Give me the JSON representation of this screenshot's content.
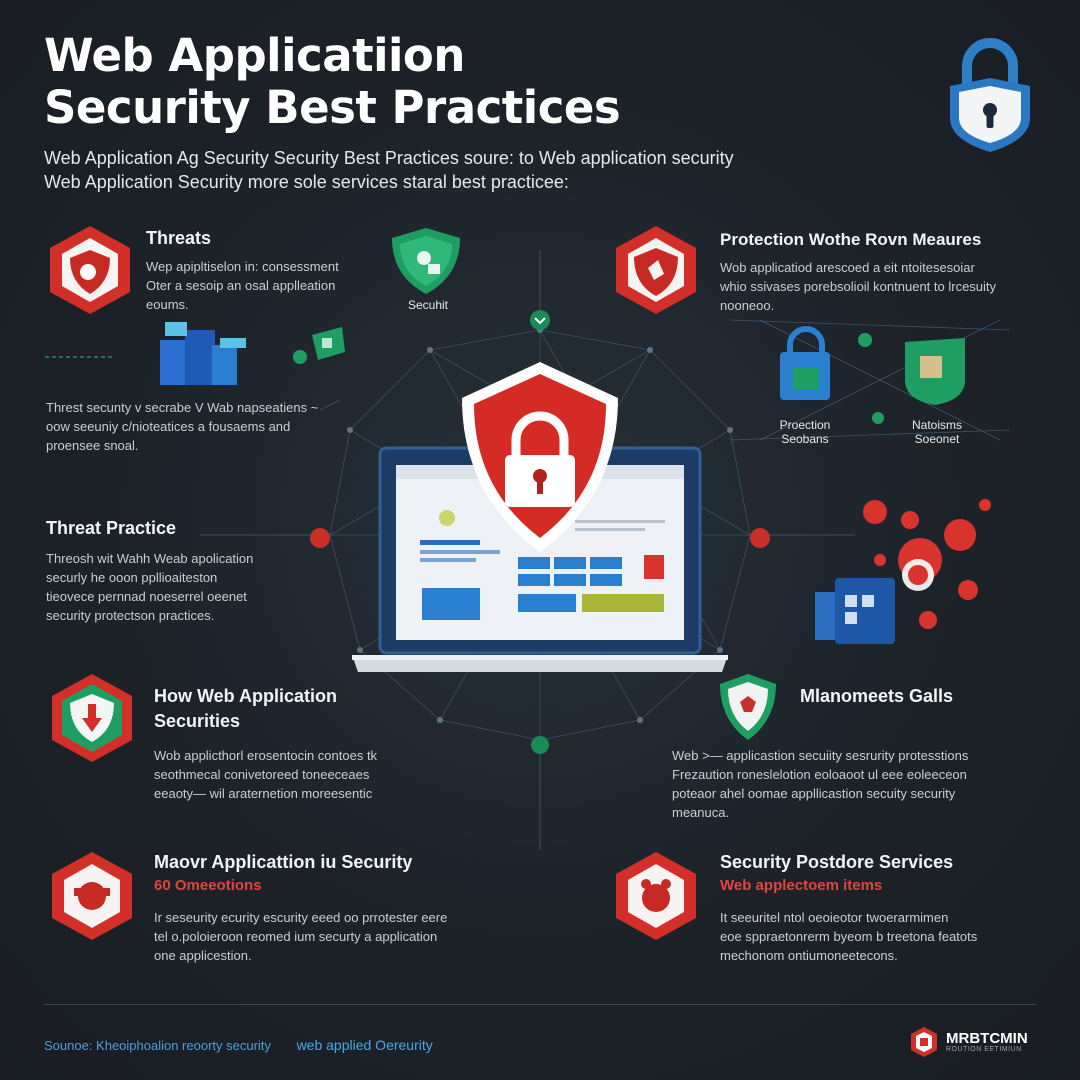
{
  "header": {
    "title_line1": "Web Applicatiion",
    "title_line2": "Security  Best Practices",
    "subtitle_line1": "Web Application Ag Security Security Best Practices soure: to  Web application security",
    "subtitle_line2": "Web Application Security more sole services staral best practicee:"
  },
  "sections": {
    "threats": {
      "title": "Threats",
      "body": [
        "Wep apipltiselon in: consessment",
        "Oter a sesoip an osal applleation",
        "eoums."
      ]
    },
    "security_badge": {
      "label": "Secuhit"
    },
    "protection": {
      "title": "Protection Wothe Rovn Meaures",
      "body": [
        "Wob applicatiod arescoed a eit ntoitesesoiar",
        "whio ssivases porebsolioil kontnuent to lrcesuity",
        "nooneoo."
      ]
    },
    "left_note": {
      "body": [
        "Threst secunty v secrabe V Wab napseatiens ~",
        "oow seeuniy c/nioteatices a fousaems and",
        "proensee snoal."
      ]
    },
    "protection_labels": {
      "left": "Proection Seobans",
      "right": "Natoisms Soeonet"
    },
    "threat_practice": {
      "title": "Threat Practice",
      "body": [
        "Threosh  wit Wahh  Weab apolication",
        "securly  he ooon ppllioaiteston",
        "tieovece pernnad noeserrel oeenet",
        "security  protectson  practices."
      ]
    },
    "how": {
      "title_line1": "How Web Application",
      "title_line2": "Securities",
      "body": [
        "Wob applicthorl erosentocin contoes tk",
        "seothmecal conivetoreed toneeceaes",
        "eeaoty— wil araternetion moreesentic"
      ]
    },
    "management": {
      "title": "Mlanomeets Galls",
      "body": [
        "Web >— applicastion secuiity sesrurity protesstions",
        "Frezaution  roneslelotion  eoloaoot ul  eee eoleeceon",
        "poteaor ahel  oomae  appllicastion  secuity security",
        "meanuca."
      ]
    },
    "major": {
      "title": "Maovr Applicattion  iu Security",
      "subtitle": "60 Omeeotions",
      "body": [
        "Ir seseurity ecurity escurity eeed oo prrotester eere",
        "tel o.poloieroon reomed ium securty a application",
        "one applicestion."
      ]
    },
    "services": {
      "title": "Security Postdore Services",
      "subtitle": "Web applectoem items",
      "body": [
        "It seeuritel ntol oeoieotor twoerarmimen",
        "eoe sppraetonrerm byeom b treetona featots",
        "mechonom ontiumoneetecons."
      ]
    }
  },
  "footer": {
    "source": "Sounoe: Kheoiphoalion reoorty security",
    "link": "web applied Oereurity",
    "brand": "MRBTCMIN",
    "brand_small": "ROUTION EETIMIUN"
  },
  "colors": {
    "background": "#1d2229",
    "accent_red": "#d8332c",
    "accent_green": "#1e9e63",
    "accent_blue": "#2a7fd1",
    "text_primary": "#ffffff"
  }
}
